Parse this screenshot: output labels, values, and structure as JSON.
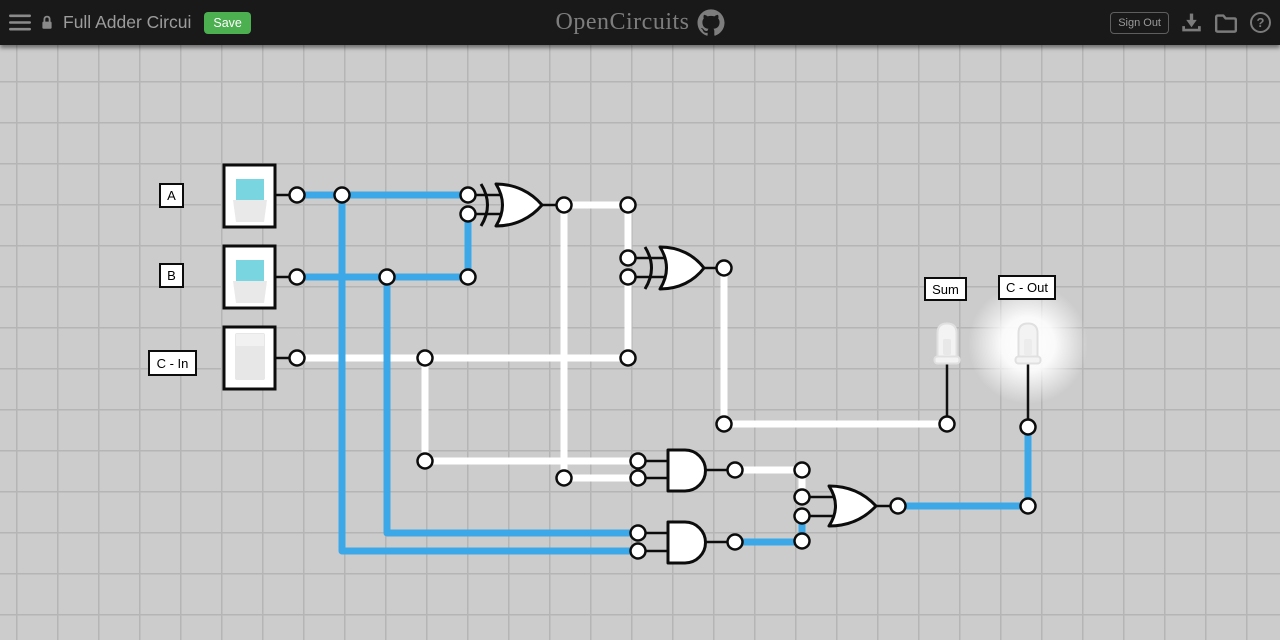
{
  "header": {
    "menu_icon": "hamburger-icon",
    "lock_icon": "lock-icon",
    "title": "Full Adder Circui",
    "save_label": "Save",
    "brand": "OpenCircuits",
    "github_icon": "github-icon",
    "sign_out_label": "Sign Out",
    "download_icon": "download-icon",
    "open_icon": "folder-icon",
    "help_icon": "help-icon",
    "help_glyph": "?"
  },
  "circuit": {
    "inputs": [
      {
        "label": "A",
        "type": "switch",
        "state": "on"
      },
      {
        "label": "B",
        "type": "switch",
        "state": "on"
      },
      {
        "label": "C - In",
        "type": "switch",
        "state": "off"
      }
    ],
    "gates": [
      {
        "name": "xor-gate-1",
        "type": "XOR",
        "output": "low"
      },
      {
        "name": "xor-gate-2",
        "type": "XOR",
        "output": "low"
      },
      {
        "name": "and-gate-1",
        "type": "AND",
        "output": "low"
      },
      {
        "name": "and-gate-2",
        "type": "AND",
        "output": "high"
      },
      {
        "name": "or-gate",
        "type": "OR",
        "output": "high"
      }
    ],
    "outputs": [
      {
        "label": "Sum",
        "type": "led",
        "state": "off"
      },
      {
        "label": "C - Out",
        "type": "led",
        "state": "on"
      }
    ]
  },
  "colors": {
    "wire-on": "#3da8e8",
    "wire-off": "#ffffff",
    "save-green": "#4caf50",
    "switch-on": "#79d6e0",
    "header-bg": "#191919",
    "canvas-bg": "#cccccc",
    "grid-line": "#b5b5b5"
  }
}
